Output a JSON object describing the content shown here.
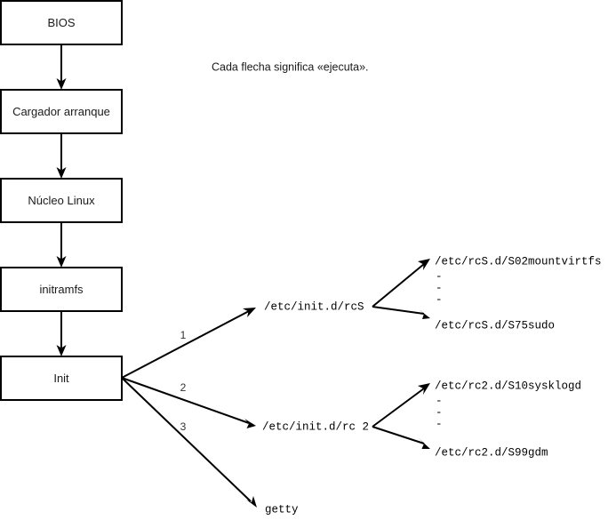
{
  "diagram": {
    "title": "Linux boot process flow diagram",
    "caption": "Cada flecha significa «ejecuta».",
    "colors": {
      "stroke": "#000000",
      "box_fill": "#ffffff",
      "background": "#ffffff",
      "text": "#1a1a1a"
    },
    "boot_chain": [
      {
        "id": "bios",
        "label": "BIOS"
      },
      {
        "id": "bootloader",
        "label": "Cargador arranque"
      },
      {
        "id": "kernel",
        "label": "Núcleo Linux"
      },
      {
        "id": "initramfs",
        "label": "initramfs"
      },
      {
        "id": "init",
        "label": "Init"
      }
    ],
    "branch_numbers": [
      "1",
      "2",
      "3"
    ],
    "branches": [
      {
        "id": "rcs",
        "number": "1",
        "label": "/etc/init.d/rcS"
      },
      {
        "id": "rc2",
        "number": "2",
        "label": "/etc/init.d/rc 2"
      },
      {
        "id": "getty",
        "number": "3",
        "label": "getty"
      }
    ],
    "script_groups": [
      {
        "id": "rcs-scripts",
        "parent": "/etc/init.d/rcS",
        "first": "/etc/rcS.d/S02mountvirtfs",
        "ellipsis": [
          "-",
          "-",
          "-"
        ],
        "last": "/etc/rcS.d/S75sudo"
      },
      {
        "id": "rc2-scripts",
        "parent": "/etc/init.d/rc 2",
        "first": "/etc/rc2.d/S10sysklogd",
        "ellipsis": [
          "-",
          "-",
          "-"
        ],
        "last": "/etc/rc2.d/S99gdm"
      }
    ]
  }
}
